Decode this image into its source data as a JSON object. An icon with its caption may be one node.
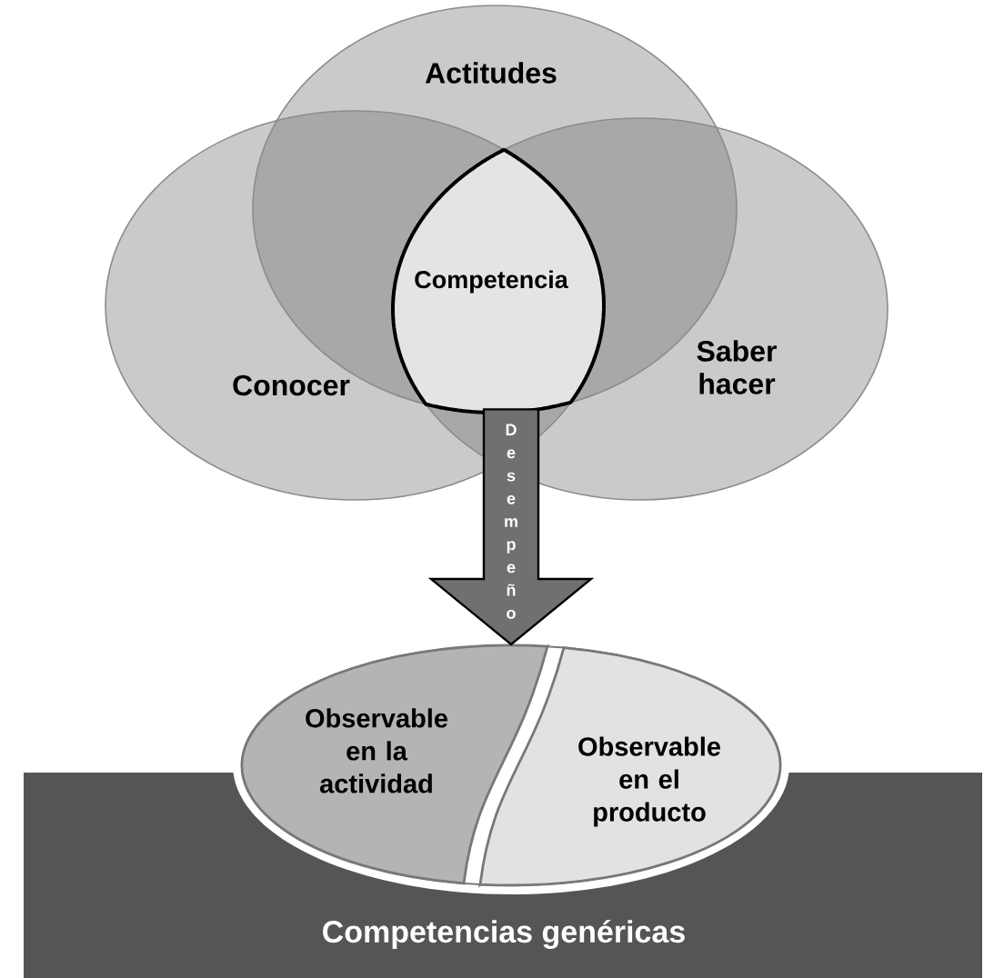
{
  "diagram": {
    "nodes": [
      {
        "text": [
          "Actitudes"
        ]
      },
      {
        "text": [
          "Conocer"
        ]
      },
      {
        "text": [
          "Saber hacer"
        ]
      },
      {
        "text": [
          "Competencia"
        ]
      },
      {
        "text": [],
        "shape": "ellipse"
      },
      {
        "text": [
          "Observable en la actividad"
        ],
        "in": 4
      },
      {
        "text": [
          "Observable en el producto"
        ],
        "in": 4
      },
      {
        "text": [
          "Competencias genéricas"
        ]
      }
    ],
    "edges": [
      {
        "from": 3,
        "to": 4,
        "arrow": "to",
        "label": "Desempeño"
      }
    ]
  }
}
